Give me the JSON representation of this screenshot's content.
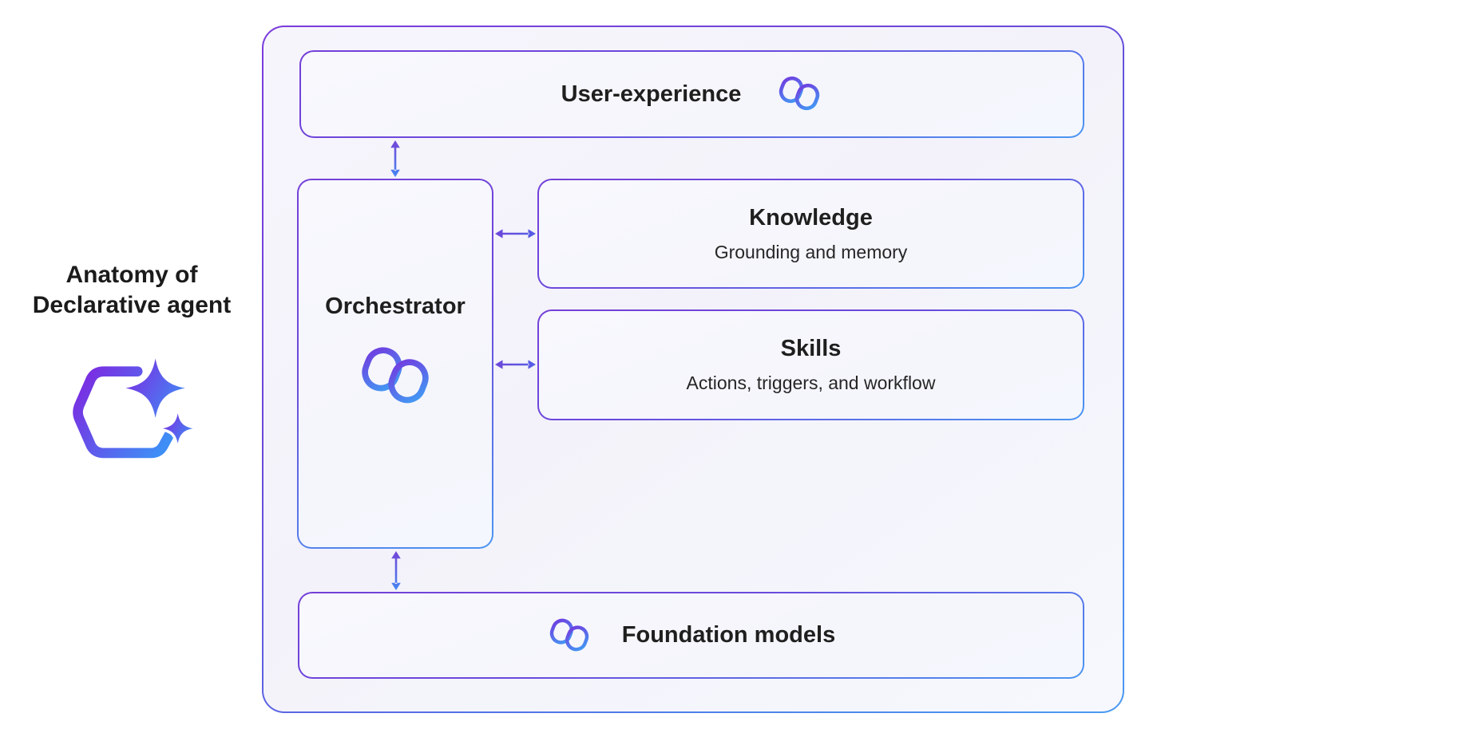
{
  "title_label": {
    "line1": "Anatomy of",
    "line2": "Declarative agent"
  },
  "boxes": {
    "user_experience": {
      "title": "User-experience",
      "icon": "copilot-logo"
    },
    "orchestrator": {
      "title": "Orchestrator",
      "icon": "copilot-logo"
    },
    "knowledge": {
      "title": "Knowledge",
      "subtitle": "Grounding and memory"
    },
    "skills": {
      "title": "Skills",
      "subtitle": "Actions, triggers, and workflow"
    },
    "foundation_models": {
      "title": "Foundation models",
      "icon": "copilot-logo"
    }
  },
  "icons": {
    "agent_badge": "declarative-agent-icon"
  },
  "connections": [
    "user_experience <-> orchestrator",
    "orchestrator <-> knowledge",
    "orchestrator <-> skills",
    "orchestrator <-> foundation_models"
  ],
  "colors": {
    "accent_purple": "#7b3fe0",
    "accent_blue": "#4796f4",
    "arrow_purple": "#7445d8",
    "arrow_blue": "#4687f2",
    "text": "#1f1f1f"
  }
}
